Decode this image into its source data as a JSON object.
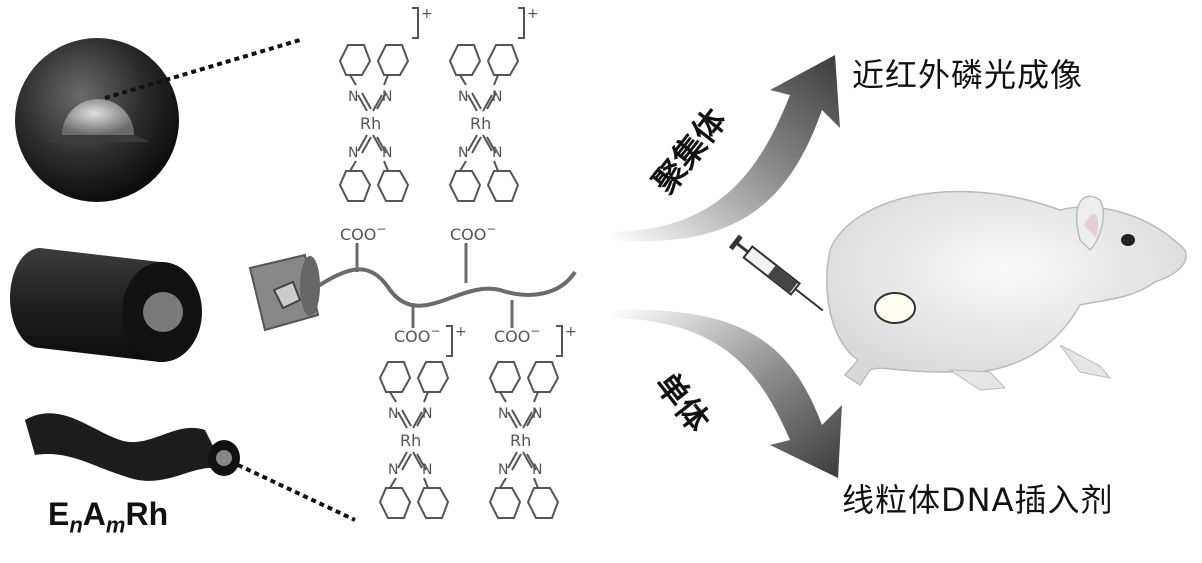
{
  "labels": {
    "top_result": "近红外磷光成像",
    "bottom_result": "线粒体DNA插入剂",
    "top_arrow": "聚集体",
    "bottom_arrow": "单体",
    "formula_E": "E",
    "formula_n": "n",
    "formula_A": "A",
    "formula_m": "m",
    "formula_Rh": "Rh"
  },
  "chem": {
    "coo": "COO",
    "minus": "−",
    "rh": "Rh",
    "n": "N",
    "plus": "+"
  },
  "colors": {
    "arrow": "#5a5a5a",
    "sphere": "#2a2a2a",
    "backbone": "#6b6b6b",
    "complex": "#555555"
  }
}
